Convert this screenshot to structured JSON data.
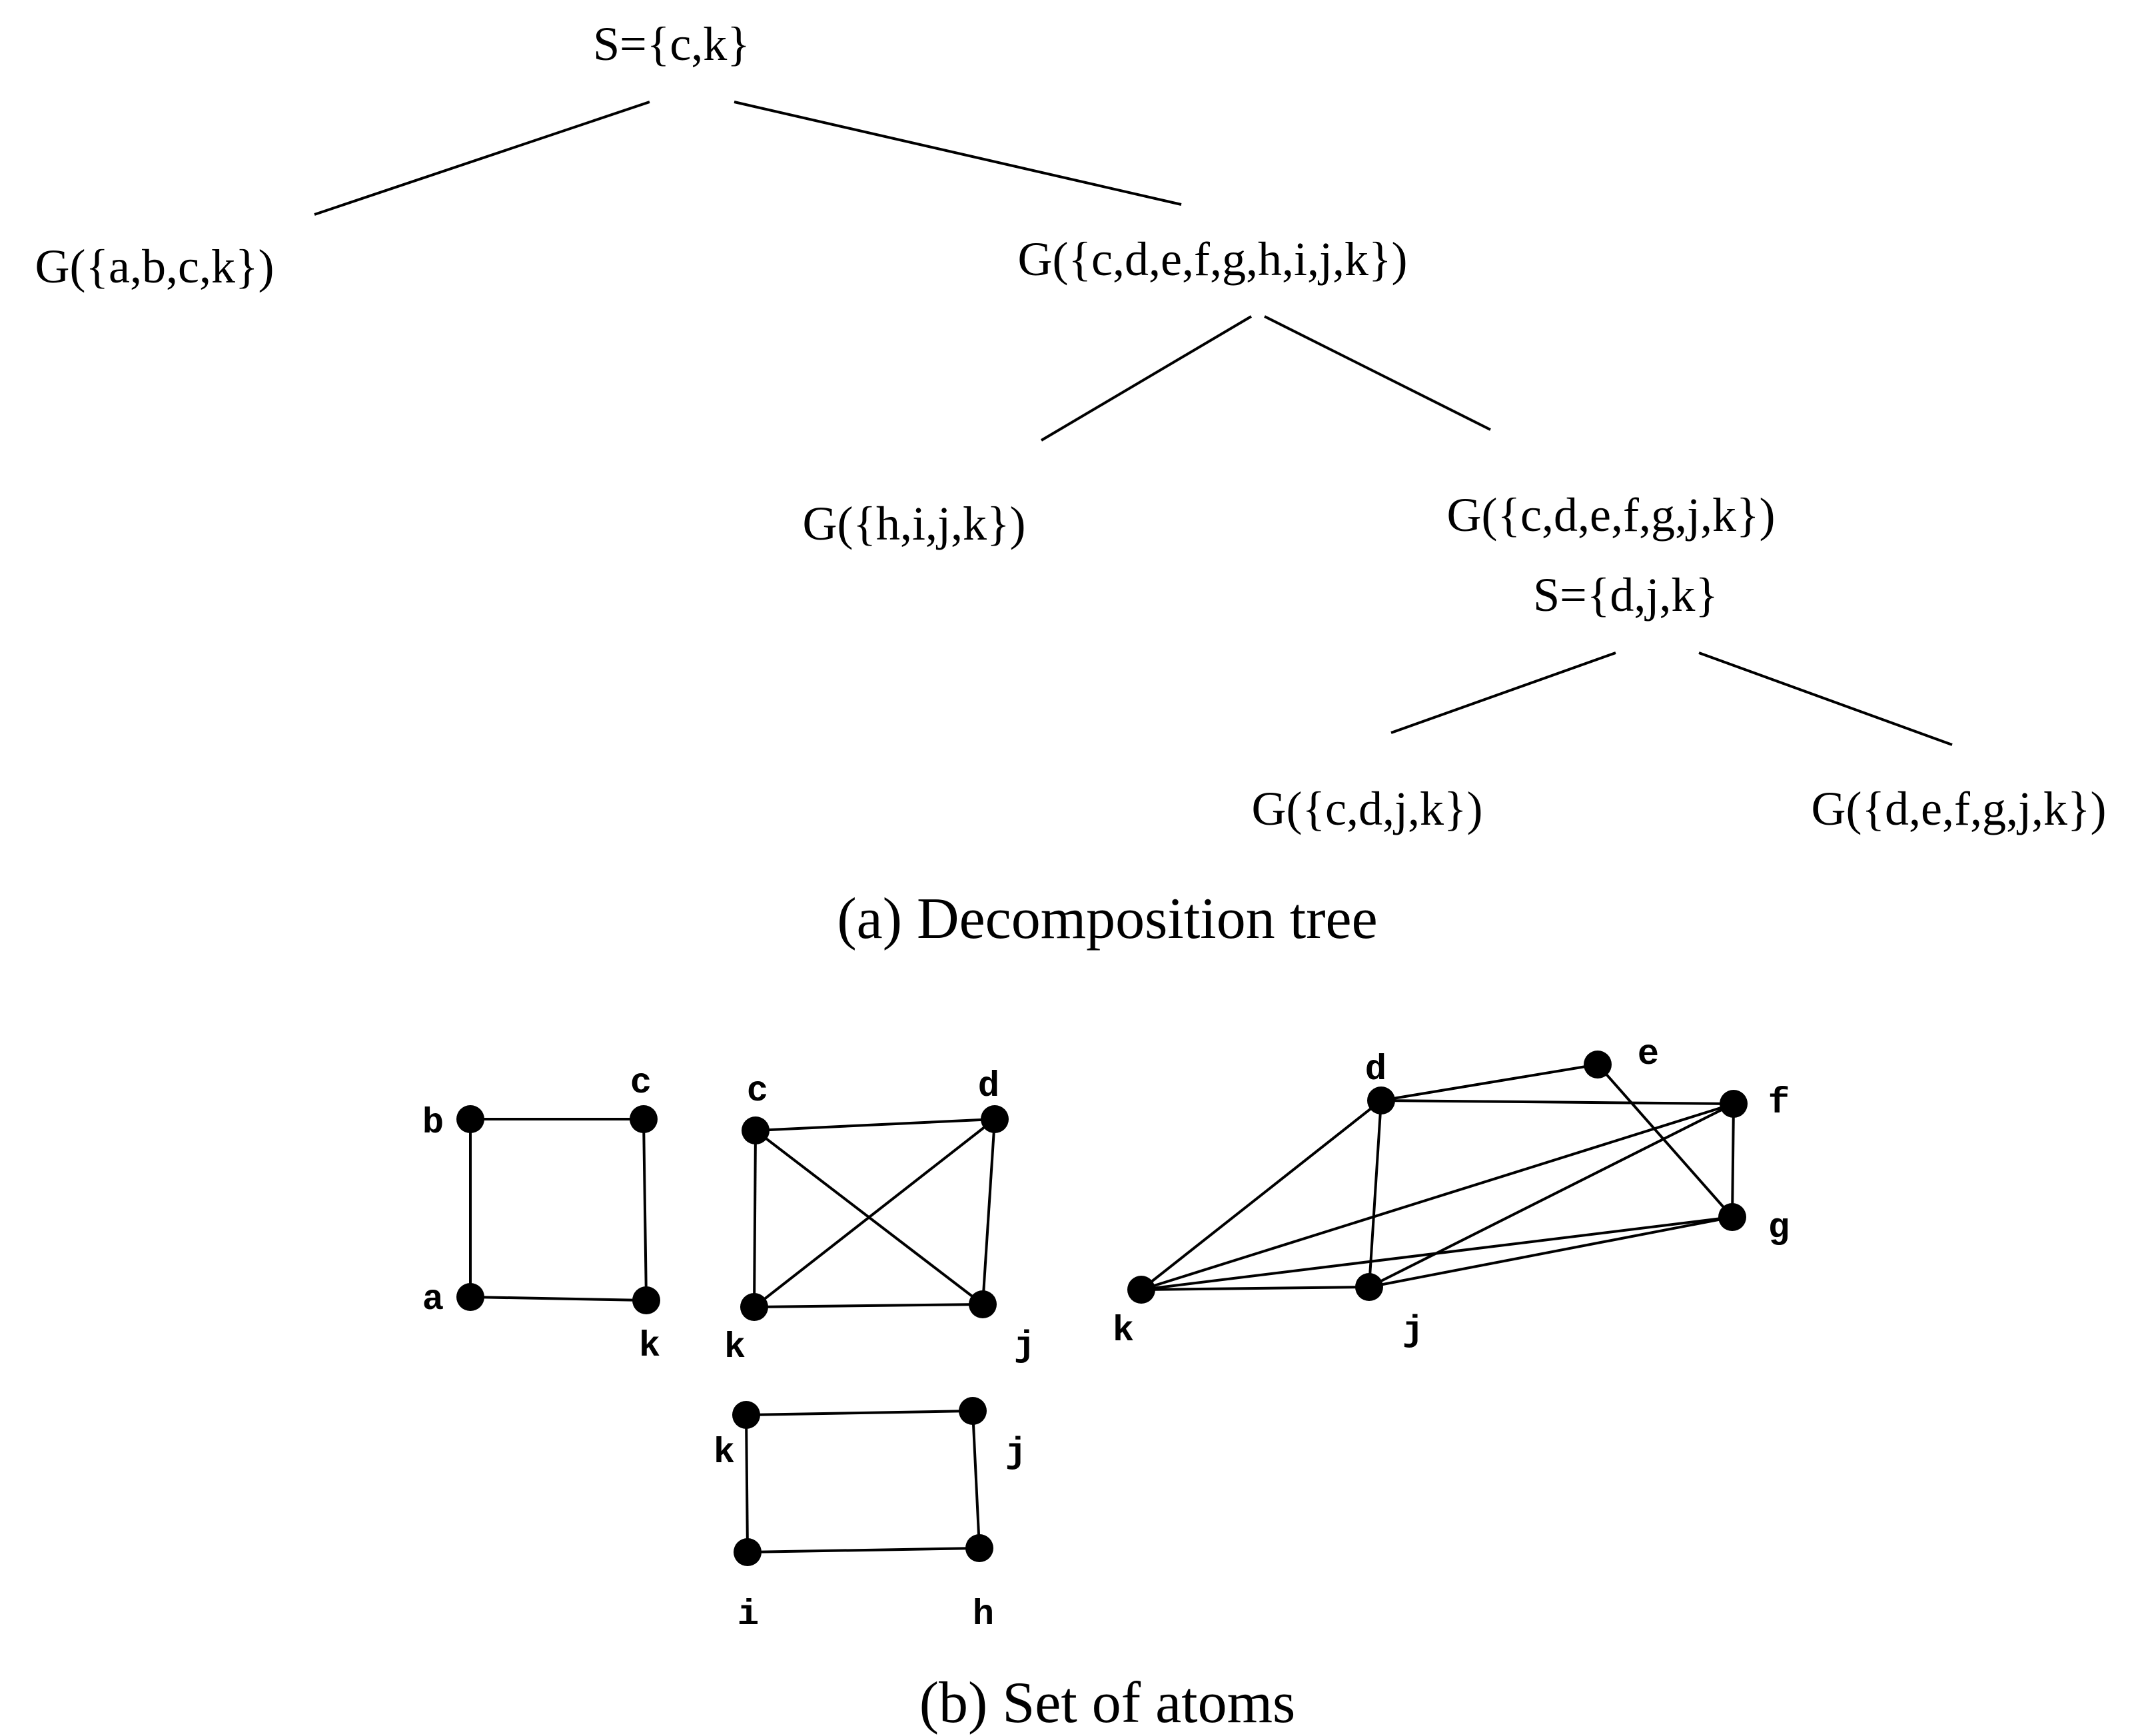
{
  "decomposition_tree": {
    "root_separator": "S={c,k}",
    "left_atom": "G({a,b,c,k})",
    "right_subgraph": "G({c,d,e,f,g,h,i,j,k})",
    "atom_hijk": "G({h,i,j,k})",
    "subgraph_cdefgjk": "G({c,d,e,f,g,j,k})",
    "second_separator": "S={d,j,k}",
    "atom_cdjk": "G({c,d,j,k})",
    "atom_defgjk": "G({d,e,f,g,j,k})",
    "caption": "(a) Decomposition tree"
  },
  "atoms": {
    "caption": "(b) Set of atoms",
    "graphs": [
      {
        "id": "abck",
        "nodes": {
          "a": "a",
          "b": "b",
          "c": "c",
          "k": "k"
        },
        "edges": [
          [
            "b",
            "c"
          ],
          [
            "b",
            "a"
          ],
          [
            "c",
            "k"
          ],
          [
            "a",
            "k"
          ]
        ]
      },
      {
        "id": "cdjk",
        "nodes": {
          "c": "c",
          "d": "d",
          "j": "j",
          "k": "k"
        },
        "edges": [
          [
            "c",
            "d"
          ],
          [
            "c",
            "k"
          ],
          [
            "d",
            "j"
          ],
          [
            "k",
            "j"
          ],
          [
            "c",
            "j"
          ],
          [
            "d",
            "k"
          ]
        ]
      },
      {
        "id": "defgjk",
        "nodes": {
          "d": "d",
          "e": "e",
          "f": "f",
          "g": "g",
          "j": "j",
          "k": "k"
        },
        "edges": [
          [
            "d",
            "e"
          ],
          [
            "d",
            "f"
          ],
          [
            "d",
            "k"
          ],
          [
            "d",
            "j"
          ],
          [
            "e",
            "g"
          ],
          [
            "f",
            "g"
          ],
          [
            "f",
            "k"
          ],
          [
            "f",
            "j"
          ],
          [
            "g",
            "k"
          ],
          [
            "g",
            "j"
          ],
          [
            "k",
            "j"
          ]
        ]
      },
      {
        "id": "hijk",
        "nodes": {
          "h": "h",
          "i": "i",
          "j": "j",
          "k": "k"
        },
        "edges": [
          [
            "k",
            "j"
          ],
          [
            "k",
            "i"
          ],
          [
            "j",
            "h"
          ],
          [
            "i",
            "h"
          ]
        ]
      }
    ]
  }
}
